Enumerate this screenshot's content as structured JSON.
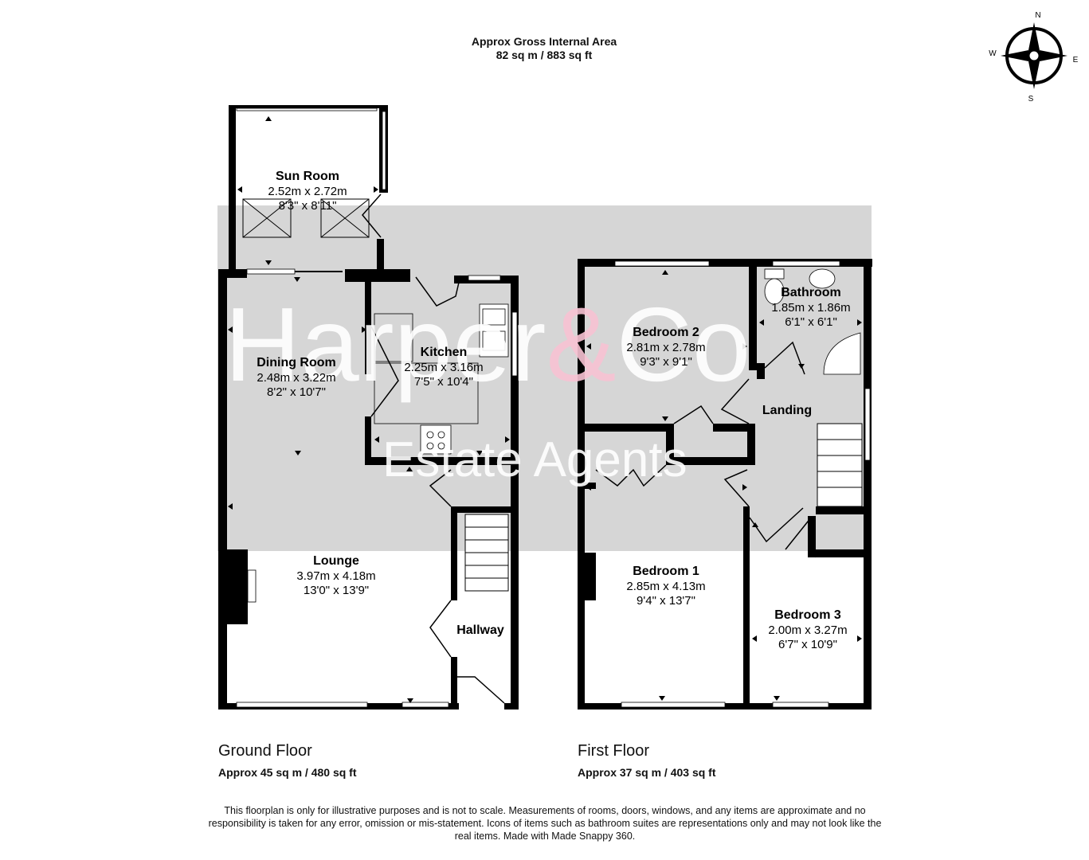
{
  "header": {
    "title": "Approx Gross Internal Area",
    "area": "82 sq m / 883 sq ft"
  },
  "compass": {
    "n": "N",
    "s": "S",
    "e": "E",
    "w": "W"
  },
  "watermark": {
    "line1_a": "Harper",
    "amp": "&",
    "line1_b": "Co",
    "line2": "Estate Agents"
  },
  "rooms": {
    "sun_room": {
      "name": "Sun Room",
      "metric": "2.52m x 2.72m",
      "imperial": "8'3\" x 8'11\""
    },
    "dining_room": {
      "name": "Dining Room",
      "metric": "2.48m x 3.22m",
      "imperial": "8'2\" x 10'7\""
    },
    "kitchen": {
      "name": "Kitchen",
      "metric": "2.25m x 3.16m",
      "imperial": "7'5\" x 10'4\""
    },
    "lounge": {
      "name": "Lounge",
      "metric": "3.97m x 4.18m",
      "imperial": "13'0\" x 13'9\""
    },
    "hallway": {
      "name": "Hallway"
    },
    "bedroom2": {
      "name": "Bedroom 2",
      "metric": "2.81m x 2.78m",
      "imperial": "9'3\" x 9'1\""
    },
    "bathroom": {
      "name": "Bathroom",
      "metric": "1.85m x 1.86m",
      "imperial": "6'1\" x 6'1\""
    },
    "landing": {
      "name": "Landing"
    },
    "bedroom1": {
      "name": "Bedroom 1",
      "metric": "2.85m x 4.13m",
      "imperial": "9'4\" x 13'7\""
    },
    "bedroom3": {
      "name": "Bedroom 3",
      "metric": "2.00m x 3.27m",
      "imperial": "6'7\" x 10'9\""
    }
  },
  "floors": {
    "ground": {
      "title": "Ground Floor",
      "area": "Approx 45 sq m / 480 sq ft"
    },
    "first": {
      "title": "First Floor",
      "area": "Approx 37 sq m / 403 sq ft"
    }
  },
  "disclaimer": "This floorplan is only for illustrative purposes and is not to scale. Measurements of rooms, doors, windows, and any items are approximate and no responsibility is taken for any error, omission or mis-statement. Icons of items such as bathroom suites are representations only and may not look like the real items. Made with Made Snappy 360.",
  "colors": {
    "wall": "#000000",
    "band": "#d6d6d6",
    "watermark_text": "#ffffff",
    "watermark_amp": "#f7c2d3"
  }
}
